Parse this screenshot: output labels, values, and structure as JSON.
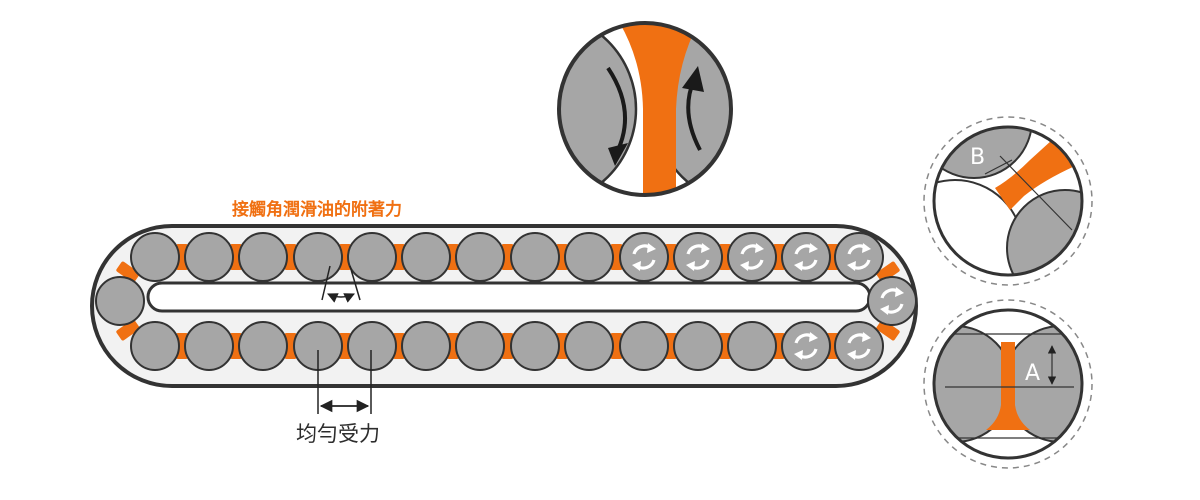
{
  "labels": {
    "lubricant_label": "接觸角潤滑油的附著力",
    "uniform_force_label": "均勻受力"
  },
  "detail_b": {
    "letter": "B"
  },
  "detail_a": {
    "letter": "A"
  },
  "colors": {
    "accent": "#f07012",
    "ball": "#a6a6a6",
    "outline": "#333333",
    "dashed": "#888888"
  },
  "icons": {
    "rotation_marker": "rotate-arrows-icon",
    "motion_arrow": "curved-arrow-icon"
  },
  "rolling_balls": {
    "top_row_rotating": 5,
    "return_loop_rotating": 1,
    "bottom_row_rotating": 2
  }
}
